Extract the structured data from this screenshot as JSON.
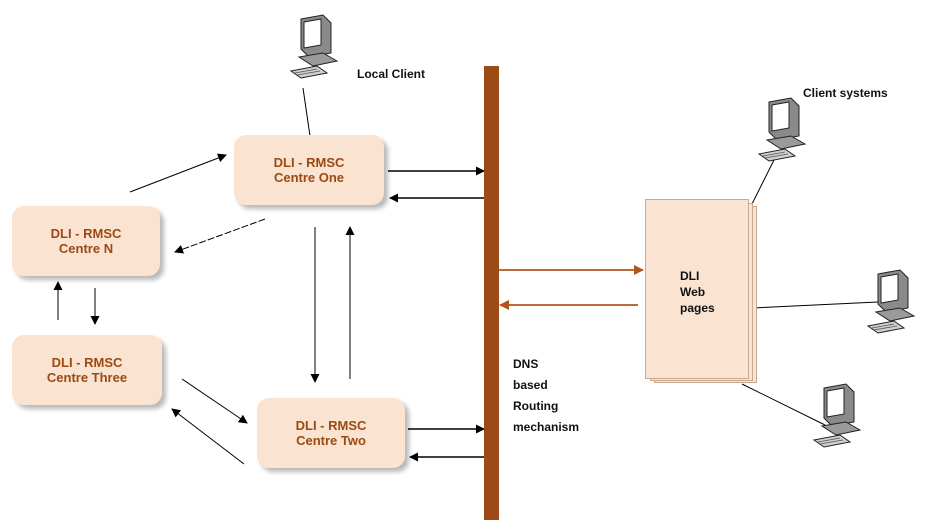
{
  "nodes": {
    "centre_one": {
      "line1": "DLI - RMSC",
      "line2": "Centre One"
    },
    "centre_n": {
      "line1": "DLI - RMSC",
      "line2": "Centre N"
    },
    "centre_three": {
      "line1": "DLI - RMSC",
      "line2": "Centre Three"
    },
    "centre_two": {
      "line1": "DLI - RMSC",
      "line2": "Centre Two"
    }
  },
  "labels": {
    "local_client": "Local Client",
    "client_systems": "Client systems"
  },
  "dns": {
    "line1": "DNS",
    "line2": "based",
    "line3": "Routing",
    "line4": "mechanism"
  },
  "web": {
    "line1": "DLI",
    "line2": "Web",
    "line3": "pages"
  },
  "colors": {
    "box_fill": "#fbe3d1",
    "box_text": "#9a4a12",
    "bar": "#9c4a16",
    "web_arrow": "#b5541a"
  },
  "icons": [
    "computer-icon"
  ]
}
